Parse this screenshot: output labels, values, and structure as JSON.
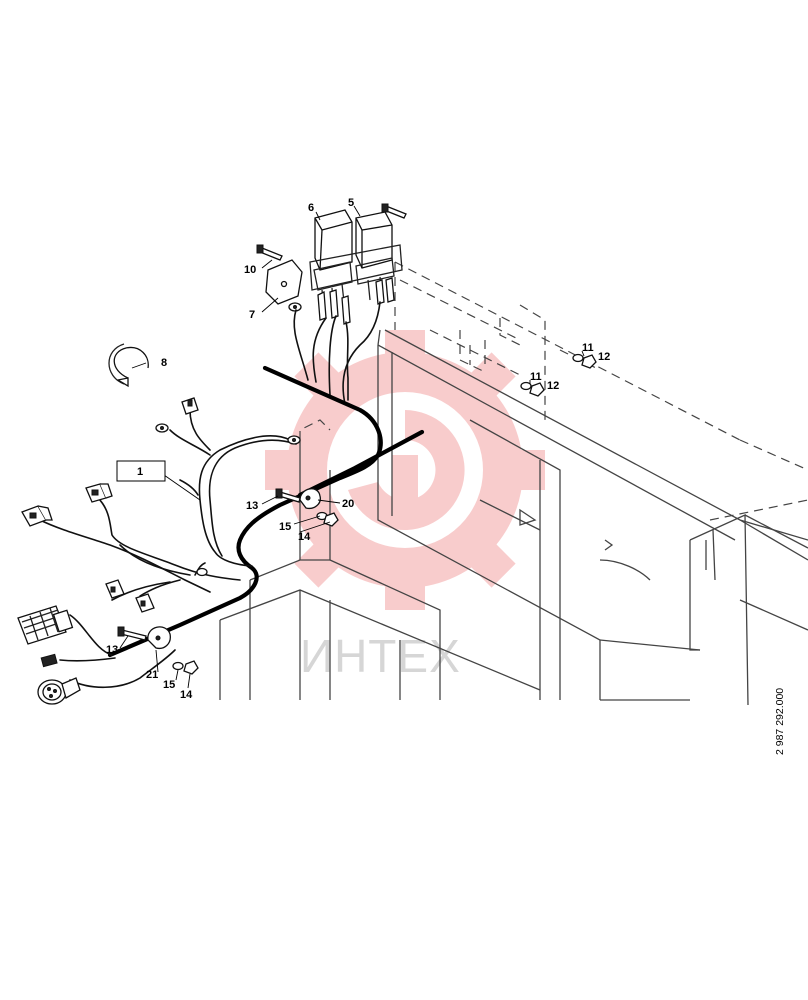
{
  "diagram": {
    "callouts": [
      {
        "id": "c1",
        "text": "1"
      },
      {
        "id": "c5",
        "text": "5"
      },
      {
        "id": "c6",
        "text": "6"
      },
      {
        "id": "c7",
        "text": "7"
      },
      {
        "id": "c8",
        "text": "8"
      },
      {
        "id": "c10",
        "text": "10"
      },
      {
        "id": "c11a",
        "text": "11"
      },
      {
        "id": "c12a",
        "text": "12"
      },
      {
        "id": "c11b",
        "text": "11"
      },
      {
        "id": "c12b",
        "text": "12"
      },
      {
        "id": "c13a",
        "text": "13"
      },
      {
        "id": "c20",
        "text": "20"
      },
      {
        "id": "c15a",
        "text": "15"
      },
      {
        "id": "c14a",
        "text": "14"
      },
      {
        "id": "c13b",
        "text": "13"
      },
      {
        "id": "c21",
        "text": "21"
      },
      {
        "id": "c15b",
        "text": "15"
      },
      {
        "id": "c14b",
        "text": "14"
      }
    ],
    "document_number": "2 987 292.000"
  },
  "watermark": {
    "text": "ИНТЕХ",
    "color": "#f28c8c"
  }
}
